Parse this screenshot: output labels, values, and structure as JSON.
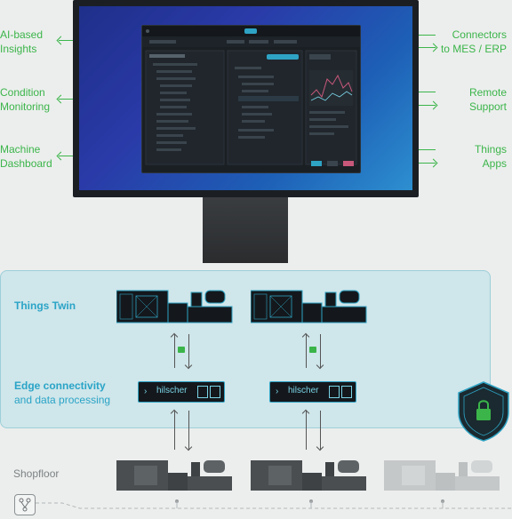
{
  "left_labels": [
    {
      "text": "AI-based\nInsights"
    },
    {
      "text": "Condition\nMonitoring"
    },
    {
      "text": "Machine\nDashboard"
    }
  ],
  "right_labels": [
    {
      "text": "Connectors\nto MES / ERP"
    },
    {
      "text": "Remote\nSupport"
    },
    {
      "text": "Things\nApps"
    }
  ],
  "panel": {
    "things_twin": "Things Twin",
    "edge_title": "Edge connectivity",
    "edge_sub": "and data processing"
  },
  "gateway_name": "hilscher",
  "shopfloor": "Shopfloor",
  "colors": {
    "green": "#3bb54a",
    "teal": "#2aa4c7",
    "panel": "#cfe6ea"
  }
}
